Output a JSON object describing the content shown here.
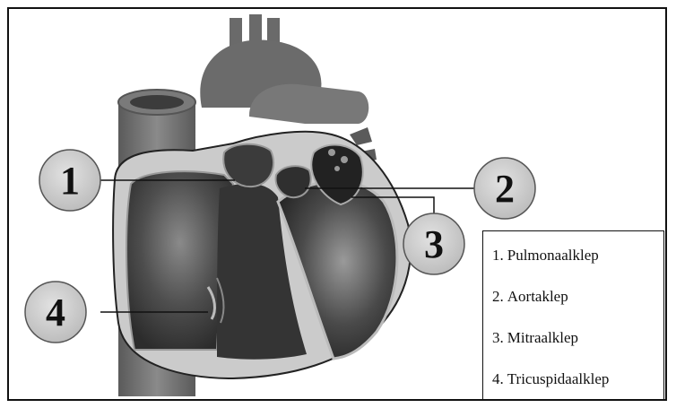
{
  "callouts": [
    {
      "number": "1"
    },
    {
      "number": "2"
    },
    {
      "number": "3"
    },
    {
      "number": "4"
    }
  ],
  "legend": {
    "items": [
      {
        "number": "1.",
        "label": "Pulmonaalklep"
      },
      {
        "number": "2.",
        "label": "Aortaklep"
      },
      {
        "number": "3.",
        "label": "Mitraalklep"
      },
      {
        "number": "4.",
        "label": "Tricuspidaalklep"
      }
    ]
  },
  "colors": {
    "outer_wall": "#c9c9c9",
    "vessel": "#6f6f6f",
    "chamber": "#4a4a4a",
    "chamber_dark": "#2a2a2a",
    "circle_fill": "#cfcfcf"
  }
}
